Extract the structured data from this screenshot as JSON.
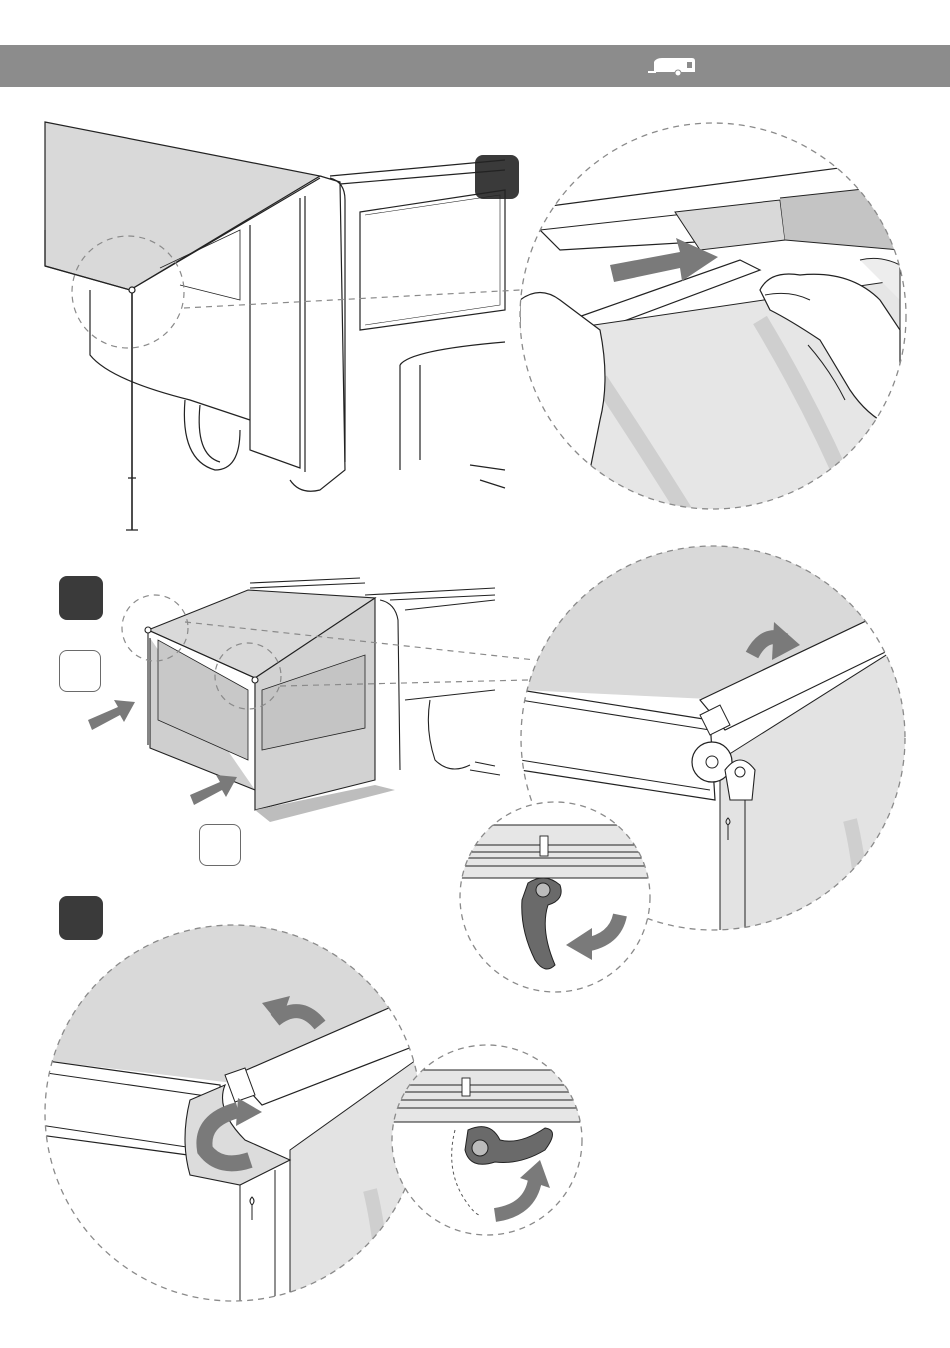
{
  "header": {
    "icon": "caravan-icon",
    "color": "#8c8c8c"
  },
  "step_badges": [
    {
      "name": "step-badge-top",
      "color": "#3a3a3a"
    },
    {
      "name": "step-badge-middle",
      "color": "#3a3a3a"
    },
    {
      "name": "step-badge-bottom",
      "color": "#3a3a3a"
    }
  ],
  "empty_boxes": [
    "empty-box-1",
    "empty-box-2",
    "empty-box-3",
    "empty-box-4"
  ],
  "colors": {
    "arrow": "#7a7a7a",
    "line": "#222222",
    "fabric": "#d9d9d9",
    "fabric_dark": "#c4c4c4",
    "dash": "#8a8a8a"
  }
}
